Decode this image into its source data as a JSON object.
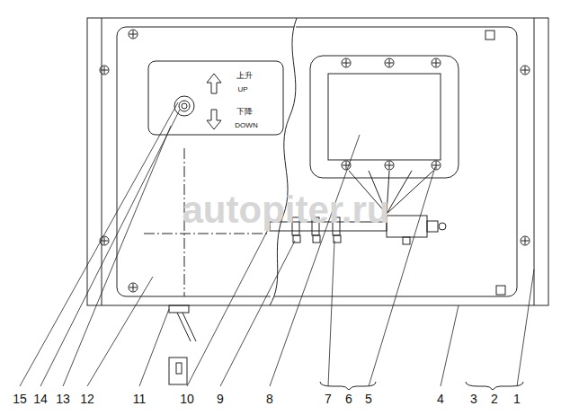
{
  "diagram": {
    "labels": [
      "上升",
      "UP",
      "下降",
      "DOWN",
      "autopiter.ru",
      "15",
      "14",
      "13",
      "12",
      "11",
      "10",
      "9",
      "8",
      "7",
      "6",
      "5",
      "4",
      "3",
      "2",
      "1"
    ]
  }
}
